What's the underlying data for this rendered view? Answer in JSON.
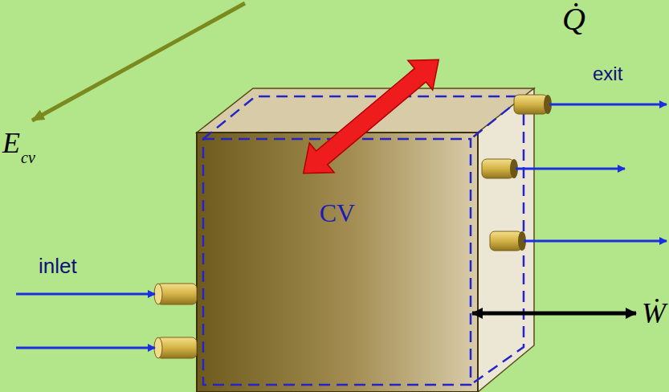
{
  "diagram": {
    "nodes": [
      {
        "text": [
          "CV"
        ]
      }
    ],
    "labels": [
      "E",
      "cv",
      "Q̇",
      "exit",
      "inlet",
      "Ẇ"
    ]
  }
}
